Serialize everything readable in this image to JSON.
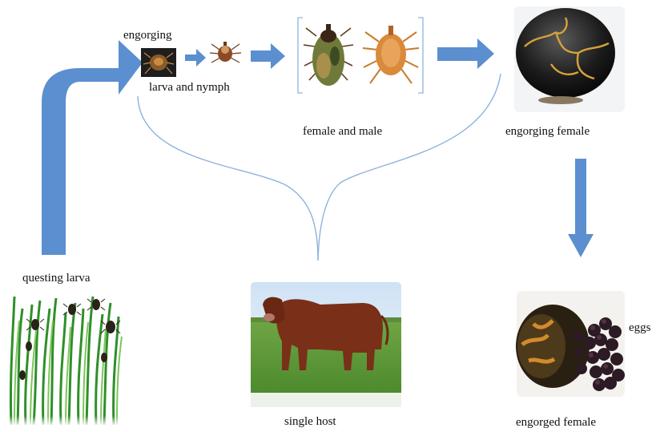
{
  "labels": {
    "engorging": "engorging",
    "larva_and_nymph": "larva and nymph",
    "female_and_male": "female and male",
    "engorging_female": "engorging female",
    "questing_larva": "questing larva",
    "single_host": "single host",
    "engorged_female": "engorged female",
    "eggs": "eggs"
  },
  "colors": {
    "arrow": "#5b8fcf",
    "curve": "#8fb3dc",
    "bracket": "#8fb3dc"
  },
  "icons": {
    "engorging_larva": "engorging-larva-icon",
    "nymph": "nymph-icon",
    "female_tick": "female-tick-icon",
    "male_tick": "male-tick-icon",
    "engorging_female": "engorging-female-image",
    "questing_larva": "grass-with-larvae-image",
    "single_host": "cow-image",
    "engorged_female": "engorged-female-with-eggs-image"
  }
}
